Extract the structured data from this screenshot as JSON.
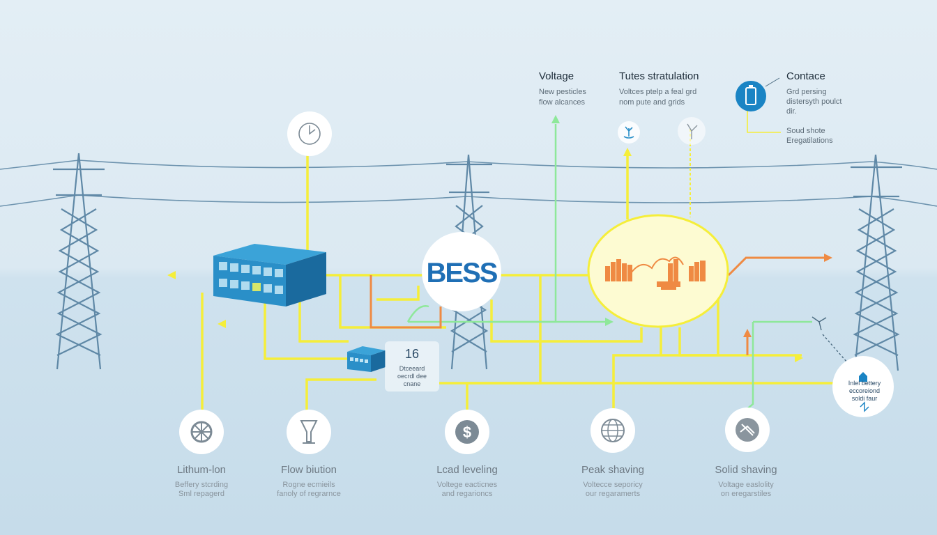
{
  "top_labels": {
    "voltage": {
      "title": "Voltage",
      "desc": [
        "New pesticles",
        "flow alcances"
      ]
    },
    "tutes": {
      "title": "Tutes stratulation",
      "desc": [
        "Voltces ptelp a feal grd",
        "nom pute and grids"
      ]
    },
    "contace": {
      "title": "Contace",
      "desc": [
        "Grd persing",
        "distersyth poulct",
        "dir."
      ],
      "note": [
        "Soud shote",
        "Eregatilations"
      ]
    }
  },
  "center": {
    "bess": "BESS"
  },
  "card": {
    "number": "16",
    "desc": [
      "Dtceeard",
      "oecrdl dee",
      "cnane"
    ]
  },
  "home": {
    "desc": [
      "Inlel bettery",
      "eccoreiond",
      "soldi faur"
    ]
  },
  "bottom": [
    {
      "icon": "wheel-icon",
      "title": "Lithum-lon",
      "desc": [
        "Beffery stcrding",
        "Sml repagerd"
      ]
    },
    {
      "icon": "cup-icon",
      "title": "Flow biution",
      "desc": [
        "Rogne ecmieils",
        "fanoly of regrarnce"
      ]
    },
    {
      "icon": "dollar-icon",
      "title": "Lcad leveling",
      "desc": [
        "Voltege eacticnes",
        "and regarioncs"
      ]
    },
    {
      "icon": "globe-icon",
      "title": "Peak shaving",
      "desc": [
        "Voltecce seporicy",
        "our regaramerts"
      ]
    },
    {
      "icon": "shield-icon",
      "title": "Solid shaving",
      "desc": [
        "Voltage easlolity",
        "on eregarstiles"
      ]
    }
  ],
  "colors": {
    "yellow": "#f5ee3a",
    "green": "#8ee89a",
    "orange": "#ef8a43",
    "blue": "#2a8fc8",
    "tower": "#5f88a6"
  }
}
